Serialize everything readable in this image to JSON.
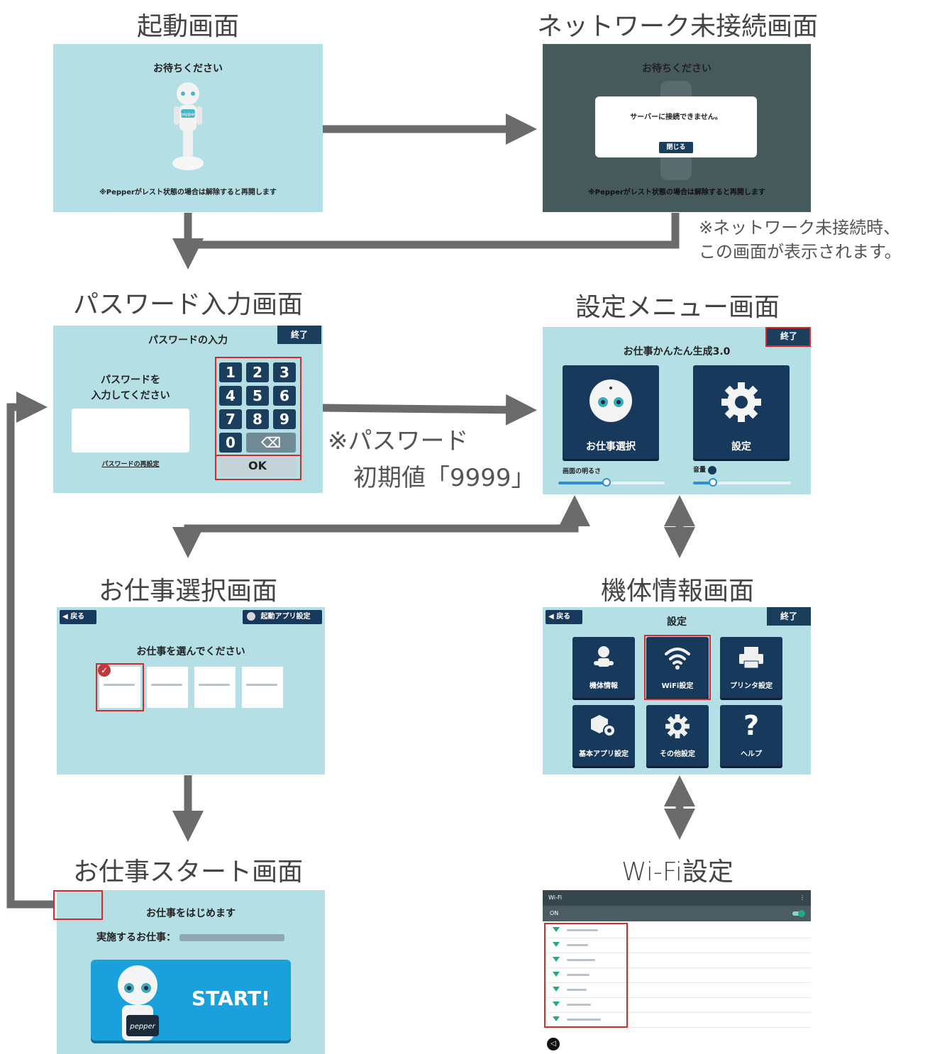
{
  "titles": {
    "startup": "起動画面",
    "network": "ネットワーク未接続画面",
    "password": "パスワード入力画面",
    "settings_menu": "設定メニュー画面",
    "job_select": "お仕事選択画面",
    "device_info": "機体情報画面",
    "job_start": "お仕事スタート画面",
    "wifi": "Wi-Fi設定"
  },
  "notes": {
    "network_line1": "※ネットワーク未接続時、",
    "network_line2": "この画面が表示されます。",
    "password_line1": "※パスワード",
    "password_line2": "初期値「9999」"
  },
  "startup": {
    "heading": "お待ちください",
    "footer": "※Pepperがレスト状態の場合は解除すると再開します",
    "chest_text": "pepper"
  },
  "network": {
    "heading": "お待ちください",
    "dialog_text": "サーバーに接続できません。",
    "close_button": "閉じる",
    "footer": "※Pepperがレスト状態の場合は解除すると再開します"
  },
  "password": {
    "heading": "パスワードの入力",
    "end_button": "終了",
    "prompt_line1": "パスワードを",
    "prompt_line2": "入力してください",
    "reset_link": "パスワードの再設定",
    "keys": [
      "1",
      "2",
      "3",
      "4",
      "5",
      "6",
      "7",
      "8",
      "9",
      "0"
    ],
    "backspace_glyph": "⌫",
    "ok_button": "OK"
  },
  "settings_menu": {
    "heading": "お仕事かんたん生成3.0",
    "end_button": "終了",
    "job_tile": "お仕事選択",
    "settings_tile": "設定",
    "brightness_label": "画面の明るさ",
    "brightness_level": 0.45,
    "volume_label": "音量",
    "volume_level": 0.2
  },
  "job_select": {
    "back_button": "戻る",
    "startup_app_button": "起動アプリ設定",
    "heading": "お仕事を選んでください",
    "check_glyph": "✓"
  },
  "device_info": {
    "back_button": "戻る",
    "heading": "設定",
    "end_button": "終了",
    "tiles": [
      "機体情報",
      "WiFi設定",
      "プリンタ設定",
      "基本アプリ設定",
      "その他設定",
      "ヘルプ"
    ],
    "help_glyph": "?"
  },
  "job_start": {
    "heading": "お仕事をはじめます",
    "job_label": "実施するお仕事：",
    "start_button": "START!",
    "tablet_text": "pepper"
  },
  "wifi": {
    "title": "Wi-Fi",
    "menu_glyph": "⋮",
    "on_label": "ON",
    "back_glyph": "◁"
  },
  "colors": {
    "screen_bg": "#b4dfe5",
    "navy": "#173a5c",
    "arrow": "#6b6b6b",
    "highlight": "#d62b2b"
  }
}
